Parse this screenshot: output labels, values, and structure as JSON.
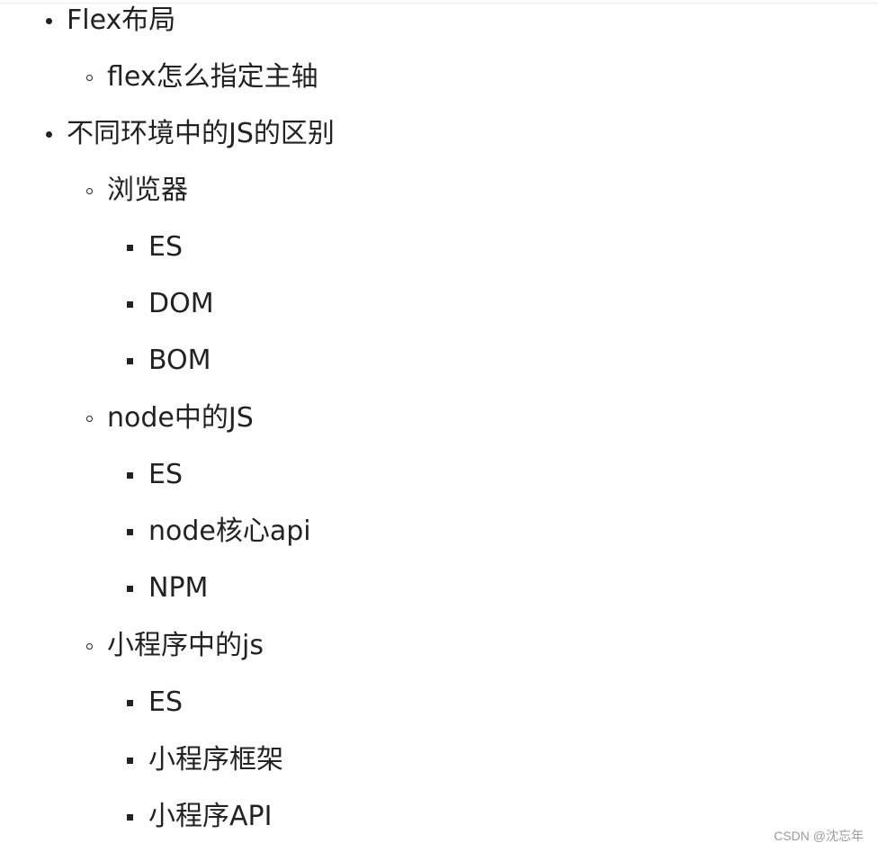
{
  "list": {
    "items": [
      {
        "label": "Flex布局",
        "children": [
          {
            "label": "flex怎么指定主轴"
          }
        ]
      },
      {
        "label": "不同环境中的JS的区别",
        "children": [
          {
            "label": "浏览器",
            "children": [
              {
                "label": "ES"
              },
              {
                "label": "DOM"
              },
              {
                "label": "BOM"
              }
            ]
          },
          {
            "label": "node中的JS",
            "children": [
              {
                "label": "ES"
              },
              {
                "label": "node核心api"
              },
              {
                "label": "NPM"
              }
            ]
          },
          {
            "label": "小程序中的js",
            "children": [
              {
                "label": "ES"
              },
              {
                "label": "小程序框架"
              },
              {
                "label": "小程序API"
              }
            ]
          }
        ]
      }
    ]
  },
  "watermark": "CSDN @沈忘年"
}
